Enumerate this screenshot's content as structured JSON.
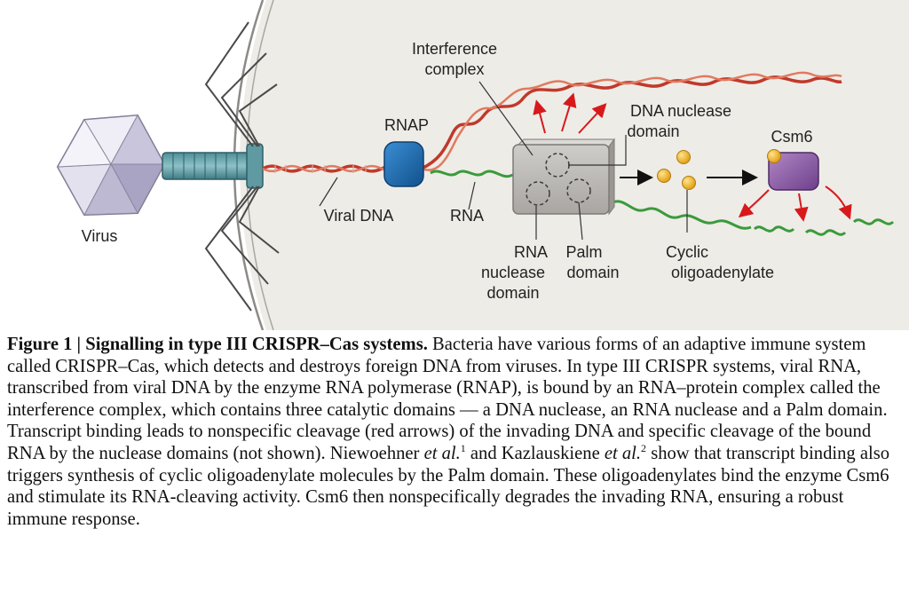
{
  "figure": {
    "labels": {
      "virus": "Virus",
      "viral_dna": "Viral DNA",
      "rnap": "RNAP",
      "rna": "RNA",
      "interference_line1": "Interference",
      "interference_line2": "complex",
      "dna_nuclease_line1": "DNA nuclease",
      "dna_nuclease_line2": "domain",
      "rna_nuclease_line1": "RNA",
      "rna_nuclease_line2": "nuclease",
      "rna_nuclease_line3": "domain",
      "palm_line1": "Palm",
      "palm_line2": "domain",
      "cyclic_line1": "Cyclic",
      "cyclic_line2": "oligoadenylate",
      "csm6": "Csm6"
    },
    "colors": {
      "background": "#efede8",
      "dna": "#c0392b",
      "rna": "#3a9a3c",
      "rnap": "#1f6fb2",
      "complex": "#bdbab6",
      "csm6": "#8e5fa8",
      "oligo": "#f0b020",
      "arrow_red": "#d7191c"
    }
  },
  "caption": {
    "title": "Figure 1 | Signalling in type III CRISPR–Cas systems.",
    "part1": " Bacteria have various forms of an adaptive immune system called CRISPR–Cas, which detects and destroys foreign DNA from viruses. In type III CRISPR systems, viral RNA, transcribed from viral DNA by the enzyme RNA polymerase (RNAP), is bound by an RNA–protein complex called the interference complex, which contains three catalytic domains — a DNA nuclease, an RNA nuclease and a Palm domain. Transcript binding leads to nonspecific cleavage (red arrows) of the invading DNA and specific cleavage of the bound RNA by the nuclease domains (not shown). Niewoehner ",
    "etal1": "et al.",
    "ref1": "1",
    "part2": " and Kazlauskiene ",
    "etal2": "et al.",
    "ref2": "2",
    "part3": " show that transcript binding also triggers synthesis of cyclic oligoadenylate molecules by the Palm domain. These oligoadenylates bind the enzyme Csm6 and stimulate its RNA-cleaving activity. Csm6 then nonspecifically degrades the invading RNA, ensuring a robust immune response."
  }
}
